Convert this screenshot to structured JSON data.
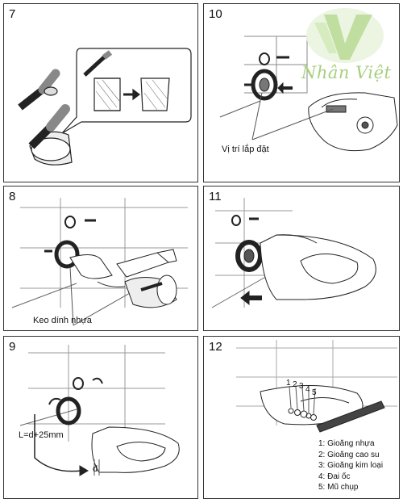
{
  "steps": {
    "s7": {
      "number": "7"
    },
    "s8": {
      "number": "8",
      "glue_label": "Keo dính nhựa"
    },
    "s9": {
      "number": "9",
      "length_label": "L=d+25mm",
      "d_label": "d"
    },
    "s10": {
      "number": "10",
      "position_label": "Vị trí lắp đặt"
    },
    "s11": {
      "number": "11"
    },
    "s12": {
      "number": "12",
      "callouts": [
        "1",
        "2",
        "3",
        "4",
        "5"
      ],
      "legend": [
        "1: Gioăng nhựa",
        "2: Gioăng cao su",
        "3: Gioăng kim loại",
        "4: Đai ốc",
        "5: Mũ chụp"
      ]
    }
  },
  "watermark": {
    "text": "Nhân Việt",
    "color": "#a7cf7e"
  }
}
